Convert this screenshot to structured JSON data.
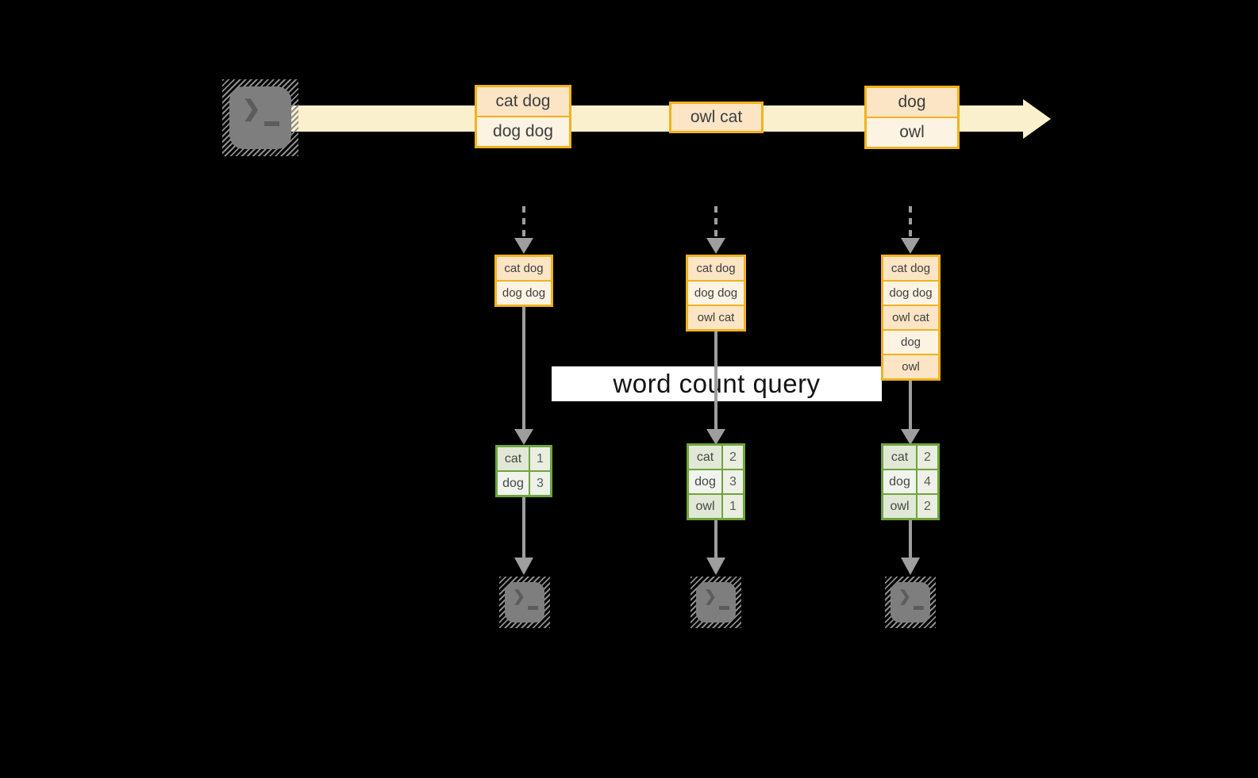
{
  "query_label": "word count query",
  "terminal": {
    "prompt_chevron": "❯"
  },
  "stream": {
    "batches": [
      {
        "rows": [
          "cat dog",
          "dog dog"
        ]
      },
      {
        "rows": [
          "owl cat"
        ]
      },
      {
        "rows": [
          "dog",
          "owl"
        ]
      }
    ]
  },
  "states": [
    {
      "rows": [
        "cat dog",
        "dog dog"
      ]
    },
    {
      "rows": [
        "cat dog",
        "dog dog",
        "owl cat"
      ]
    },
    {
      "rows": [
        "cat dog",
        "dog dog",
        "owl cat",
        "dog",
        "owl"
      ]
    }
  ],
  "counts": [
    {
      "rows": [
        {
          "word": "cat",
          "count": "1"
        },
        {
          "word": "dog",
          "count": "3"
        }
      ]
    },
    {
      "rows": [
        {
          "word": "cat",
          "count": "2"
        },
        {
          "word": "dog",
          "count": "3"
        },
        {
          "word": "owl",
          "count": "1"
        }
      ]
    },
    {
      "rows": [
        {
          "word": "cat",
          "count": "2"
        },
        {
          "word": "dog",
          "count": "4"
        },
        {
          "word": "owl",
          "count": "2"
        }
      ]
    }
  ],
  "colors": {
    "background": "#000000",
    "stream": "#faf0cd",
    "box_border": "#f1b21f",
    "box_fill_dark": "#fbe5c5",
    "box_fill_light": "#fdf3e3",
    "table_border": "#6fa43e",
    "table_cell_dark": "#e2e8d6",
    "table_cell_light": "#f0f4ec",
    "arrow": "#9e9e9e",
    "terminal_gray": "#7e7e7e",
    "label_background": "#ffffff"
  }
}
